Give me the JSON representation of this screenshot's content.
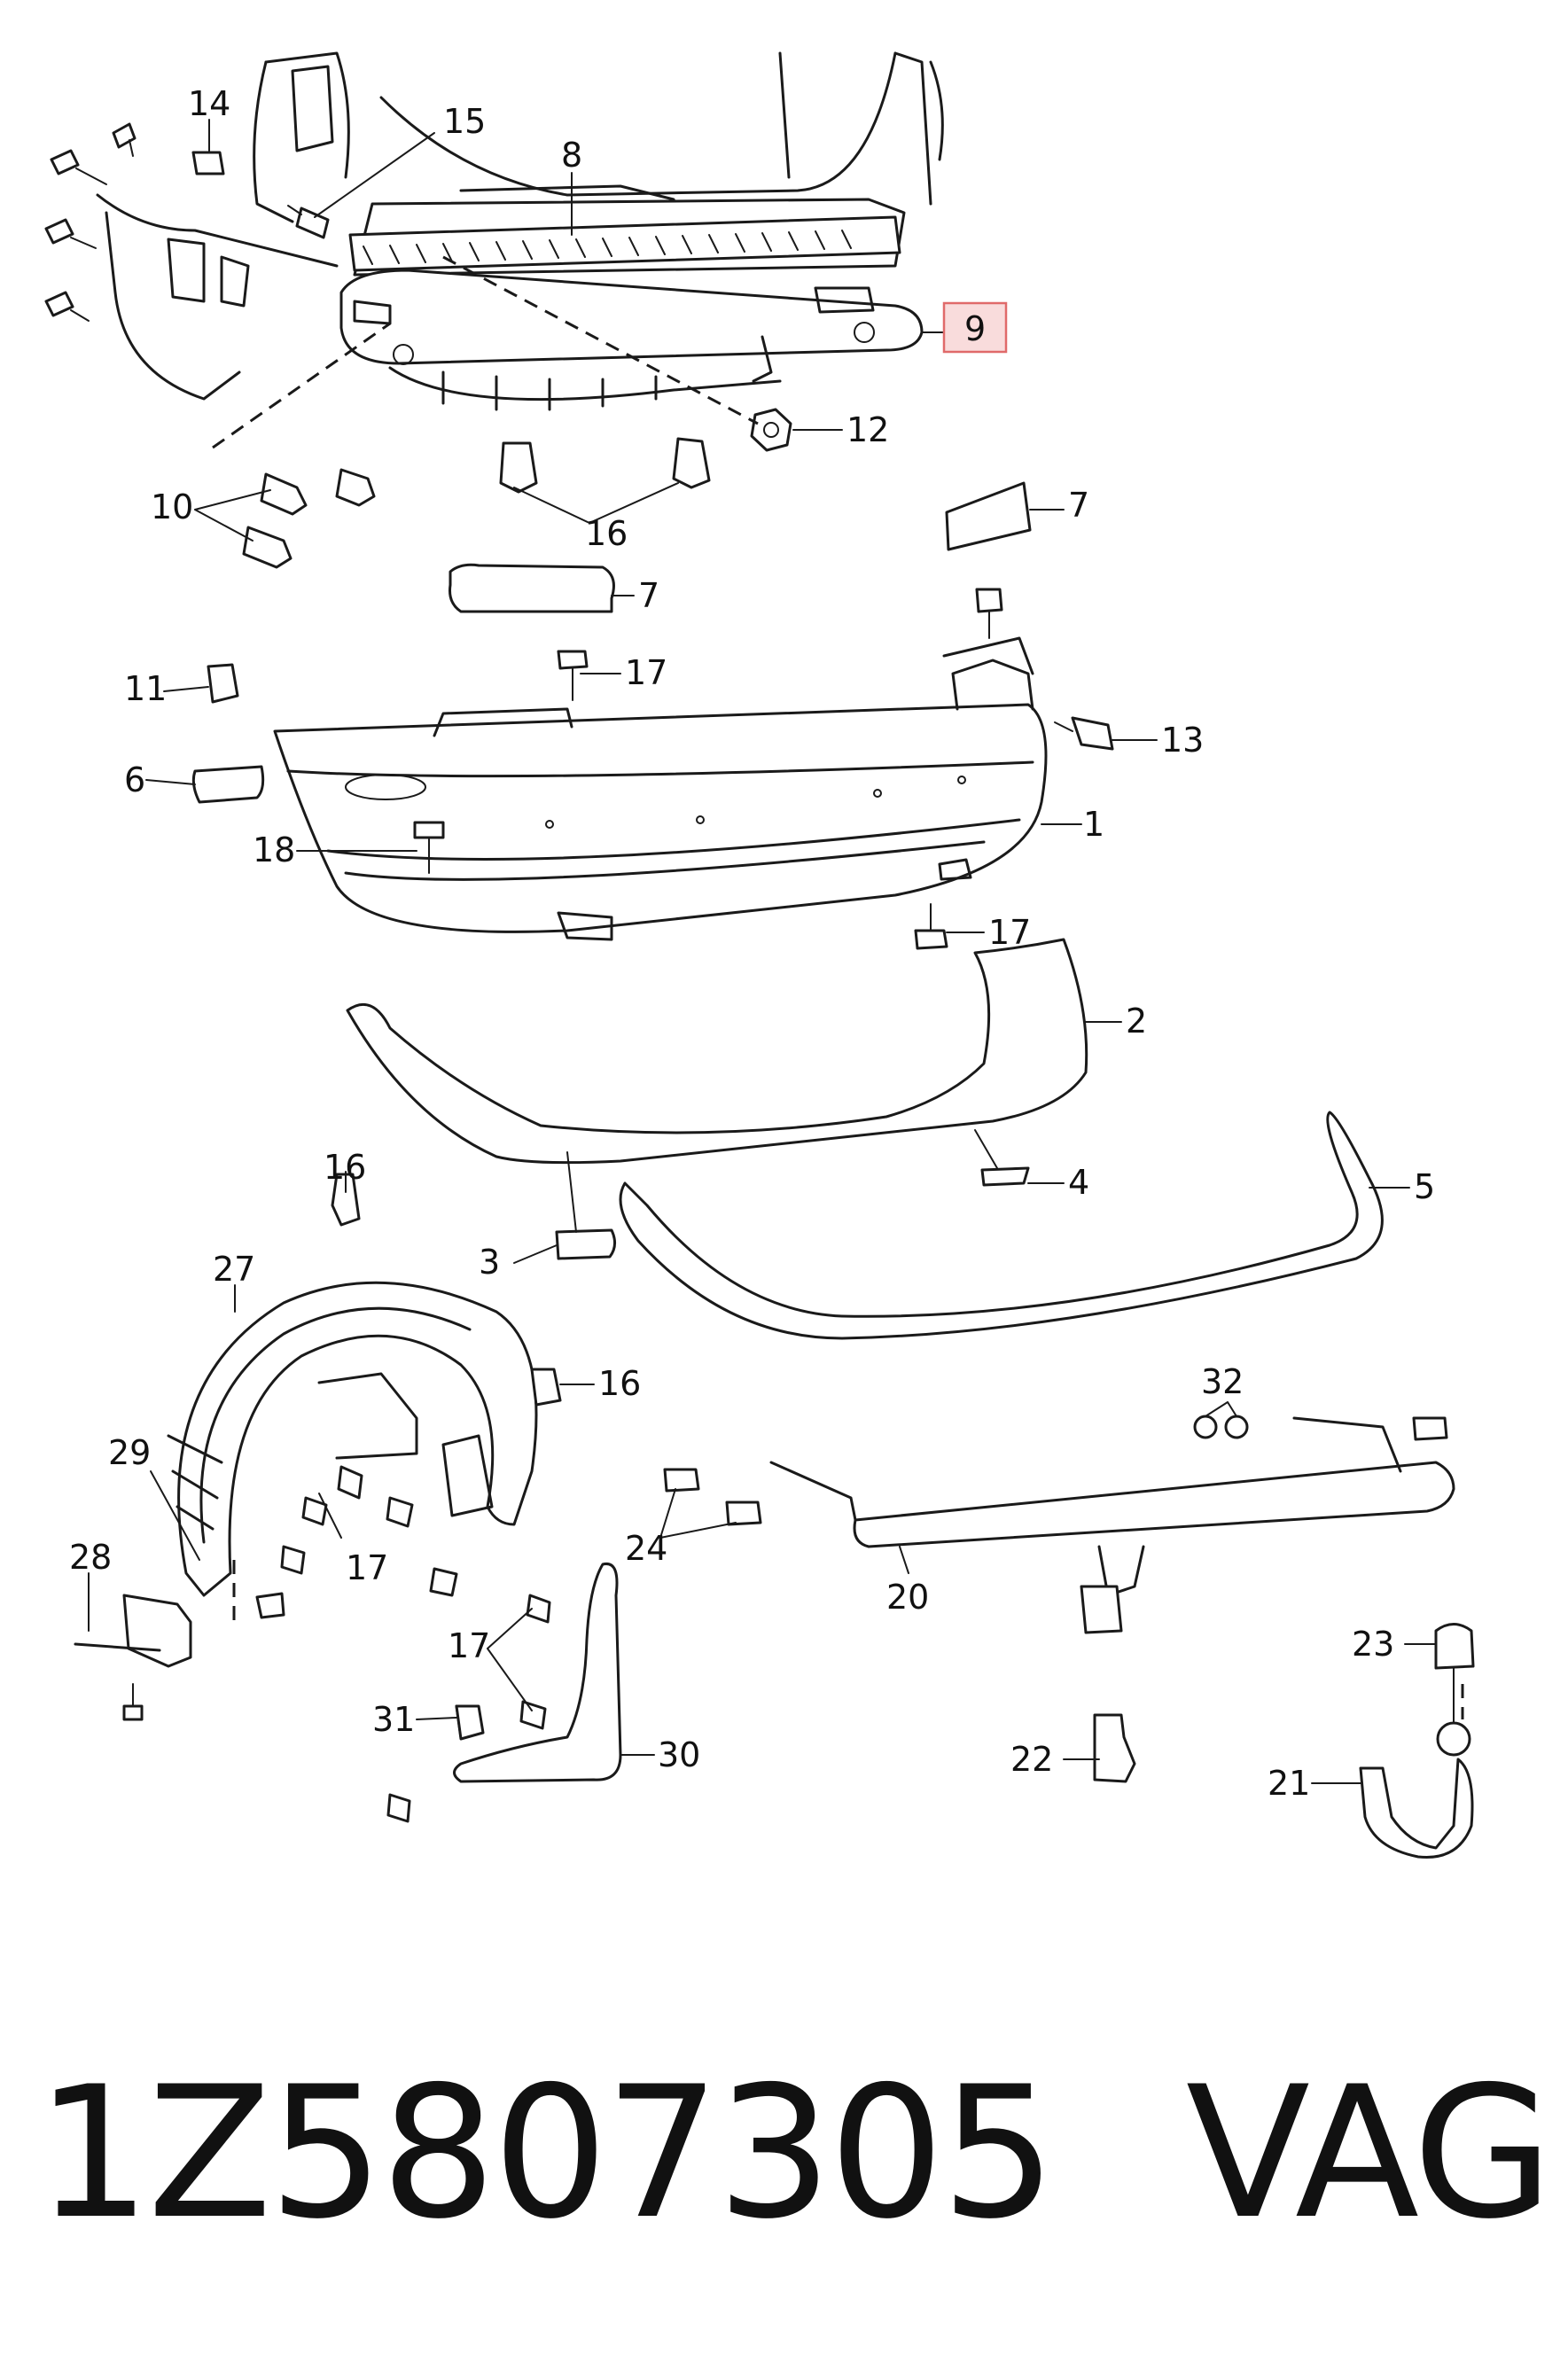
{
  "callouts": [
    {
      "id": "c14",
      "text": "14"
    },
    {
      "id": "c15",
      "text": "15"
    },
    {
      "id": "c8",
      "text": "8"
    },
    {
      "id": "c9",
      "text": "9",
      "highlighted": true
    },
    {
      "id": "c12",
      "text": "12"
    },
    {
      "id": "c10",
      "text": "10"
    },
    {
      "id": "c16a",
      "text": "16"
    },
    {
      "id": "c7a",
      "text": "7"
    },
    {
      "id": "c7b",
      "text": "7"
    },
    {
      "id": "c11",
      "text": "11"
    },
    {
      "id": "c17a",
      "text": "17"
    },
    {
      "id": "c13",
      "text": "13"
    },
    {
      "id": "c6",
      "text": "6"
    },
    {
      "id": "c1",
      "text": "1"
    },
    {
      "id": "c18",
      "text": "18"
    },
    {
      "id": "c17b",
      "text": "17"
    },
    {
      "id": "c2",
      "text": "2"
    },
    {
      "id": "c16b",
      "text": "16"
    },
    {
      "id": "c4",
      "text": "4"
    },
    {
      "id": "c5",
      "text": "5"
    },
    {
      "id": "c3",
      "text": "3"
    },
    {
      "id": "c27",
      "text": "27"
    },
    {
      "id": "c16c",
      "text": "16"
    },
    {
      "id": "c32",
      "text": "32"
    },
    {
      "id": "c29",
      "text": "29"
    },
    {
      "id": "c24",
      "text": "24"
    },
    {
      "id": "c17c",
      "text": "17"
    },
    {
      "id": "c28",
      "text": "28"
    },
    {
      "id": "c20",
      "text": "20"
    },
    {
      "id": "c23",
      "text": "23"
    },
    {
      "id": "c17d",
      "text": "17"
    },
    {
      "id": "c31",
      "text": "31"
    },
    {
      "id": "c30",
      "text": "30"
    },
    {
      "id": "c22",
      "text": "22"
    },
    {
      "id": "c21",
      "text": "21"
    }
  ],
  "highlight_color": "#f9dcdc",
  "footer": {
    "part_number": "1Z5807305",
    "brand": "VAG"
  }
}
